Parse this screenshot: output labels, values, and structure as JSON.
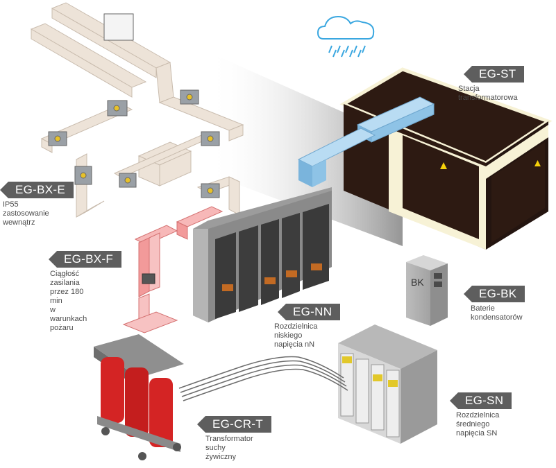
{
  "labels": {
    "st": {
      "code": "EG-ST",
      "text": "Stacja transformatorowa"
    },
    "bxe": {
      "code": "EG-BX-E",
      "text": "IP55 zastosowanie\nwewnątrz"
    },
    "bxf": {
      "code": "EG-BX-F",
      "text": "Ciągłość zasilania\nprzez 180 min\nw warunkach pożaru"
    },
    "nn": {
      "code": "EG-NN",
      "text": "Rozdzielnica niskiego\nnapięcia nN"
    },
    "bk": {
      "code": "EG-BK",
      "text": "Baterie\nkondensatorów"
    },
    "sn": {
      "code": "EG-SN",
      "text": "Rozdzielnica średniego\nnapięcia SN"
    },
    "crt": {
      "code": "EG-CR-T",
      "text": "Transformator\nsuchy żywiczny"
    }
  },
  "cabinet_mark": "BK",
  "colors": {
    "tag_bg": "#5e5e5e",
    "station_body": "#2d1a12",
    "station_trim": "#f7f2d6",
    "duct_blue": "#8ec3e6",
    "duct_red": "#f29a9a",
    "busway_beige": "#ede3d8",
    "transformer_red": "#d42424",
    "switchgear_gray": "#9c9c9c",
    "cloud_blue": "#3aa7e0"
  }
}
